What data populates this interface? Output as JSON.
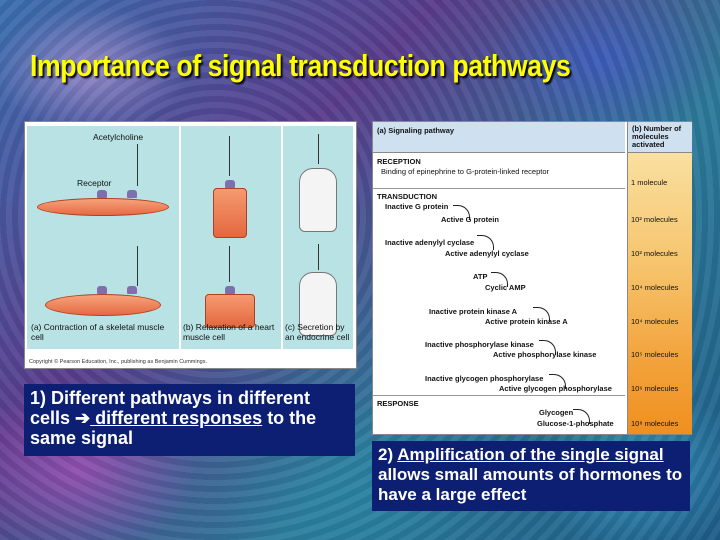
{
  "title": "Importance of signal transduction pathways",
  "left_figure": {
    "acetylcholine_label": "Acetylcholine",
    "receptor_label": "Receptor",
    "caption_a": "(a) Contraction of a skeletal muscle cell",
    "caption_b": "(b) Relaxation of a heart muscle cell",
    "caption_c": "(c) Secretion by an endocrine cell",
    "copyright": "Copyright © Pearson Education, Inc., publishing as Benjamin Cummings."
  },
  "right_figure": {
    "col_a_header": "(a) Signaling pathway",
    "col_b_header": "(b) Number of molecules activated",
    "reception_header": "RECEPTION",
    "reception_text": "Binding of epinephrine to G-protein-linked receptor",
    "transduction_header": "TRANSDUCTION",
    "response_header": "RESPONSE",
    "steps": {
      "inactive_g": "Inactive G protein",
      "active_g": "Active G protein",
      "inactive_ac": "Inactive adenylyl cyclase",
      "active_ac": "Active adenylyl cyclase",
      "atp": "ATP",
      "camp": "Cyclic AMP",
      "inactive_pka": "Inactive protein kinase A",
      "active_pka": "Active protein kinase A",
      "inactive_pk": "Inactive phosphorylase kinase",
      "active_pk": "Active phosphorylase kinase",
      "inactive_gp": "Inactive glycogen phosphorylase",
      "active_gp": "Active glycogen phosphorylase",
      "glycogen": "Glycogen",
      "g1p": "Glucose-1-phosphate"
    },
    "molecules": {
      "m1": "1 molecule",
      "m2": "10² molecules",
      "m3": "10² molecules",
      "m4": "10⁴ molecules",
      "m5": "10⁴ molecules",
      "m6": "10⁵ molecules",
      "m7": "10⁶ molecules",
      "m8": "10⁸ molecules"
    }
  },
  "caption1": {
    "prefix": "1)  Different pathways in different cells ",
    "arrow": "➔",
    "link1": " different responses",
    "suffix": " to the same signal"
  },
  "caption2": {
    "prefix": "2)  ",
    "link1": "Amplification of the single signal",
    "suffix": " allows small amounts of hormones to have a large effect"
  }
}
